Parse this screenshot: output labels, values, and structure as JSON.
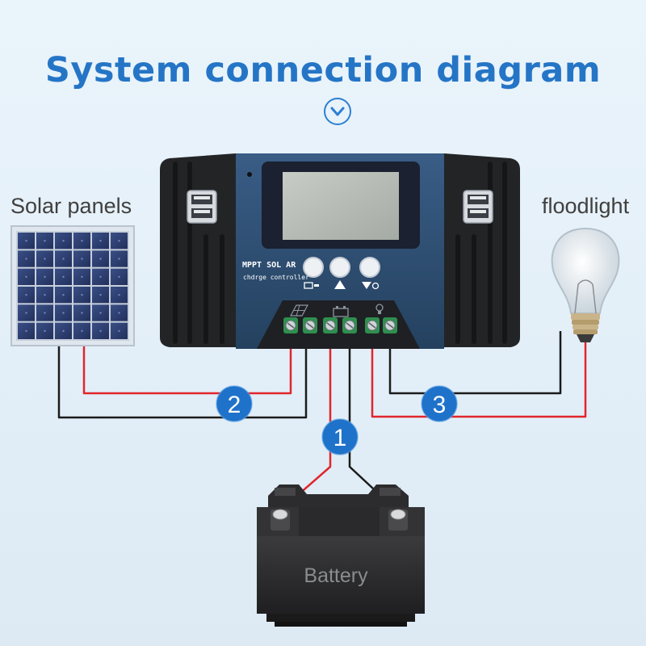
{
  "title": "System connection diagram",
  "labels": {
    "solar_panels": "Solar panels",
    "floodlight": "floodlight",
    "battery": "Battery"
  },
  "controller": {
    "line1": "MPPT SOL AR",
    "line2": "chdrge controller"
  },
  "markers": [
    "1",
    "2",
    "3"
  ],
  "icons": [
    "chevron-down-circle-icon",
    "usb-port-icon",
    "battery-icon",
    "warning-icon",
    "load-icon",
    "solar-icon",
    "bulb-icon"
  ],
  "colors": {
    "title": "#2575c6",
    "marker": "#1f72c9",
    "wire_positive": "#e0262c",
    "wire_negative": "#1b1b1b",
    "controller_panel": "#2f4d73"
  }
}
